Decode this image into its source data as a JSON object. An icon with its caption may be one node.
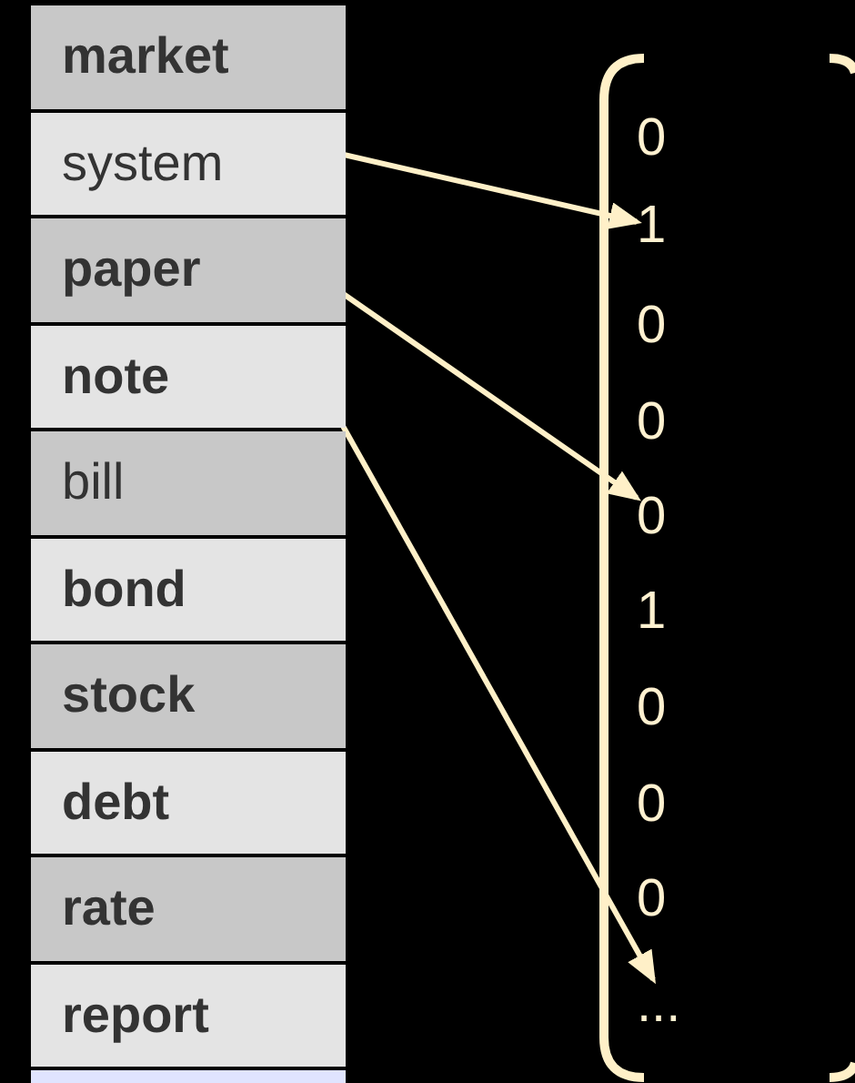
{
  "diagram": {
    "nodes": [
      {
        "text": [
          "market"
        ]
      },
      {
        "text": [
          "system"
        ]
      },
      {
        "text": [
          "paper"
        ]
      },
      {
        "text": [
          "note"
        ]
      },
      {
        "text": [
          "bill"
        ]
      },
      {
        "text": [
          "bond"
        ]
      },
      {
        "text": [
          "stock"
        ]
      },
      {
        "text": [
          "debt"
        ]
      },
      {
        "text": [
          "rate"
        ]
      },
      {
        "text": [
          "report"
        ]
      },
      {
        "text": [
          "0"
        ]
      },
      {
        "text": [
          "1"
        ]
      },
      {
        "text": [
          "0"
        ]
      },
      {
        "text": [
          "0"
        ]
      },
      {
        "text": [
          "0"
        ]
      },
      {
        "text": [
          "1"
        ]
      },
      {
        "text": [
          "0"
        ]
      },
      {
        "text": [
          "0"
        ]
      },
      {
        "text": [
          "0"
        ]
      },
      {
        "text": [
          "..."
        ]
      }
    ],
    "edges": [
      {
        "from": 1,
        "to": 11,
        "arrow": "to"
      },
      {
        "from": 2,
        "to": 14,
        "arrow": "to"
      },
      {
        "from": 3,
        "to": 19,
        "arrow": "to"
      }
    ]
  }
}
